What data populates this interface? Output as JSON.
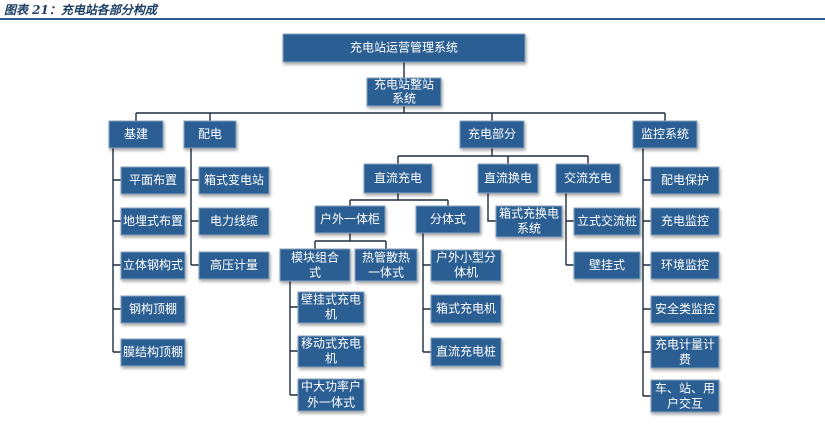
{
  "caption": "图表 21：充电站各部分构成",
  "watermark": "",
  "colors": {
    "box": "#2b5f93",
    "line": "#1e2d3d",
    "caption": "#1d3f66",
    "rule": "#2f5b8c"
  },
  "nodes": [
    {
      "id": "root",
      "lines": [
        "充电站运营管理系统"
      ]
    },
    {
      "id": "station",
      "lines": [
        "充电站整站",
        "系统"
      ]
    },
    {
      "id": "jijian",
      "lines": [
        "基建"
      ]
    },
    {
      "id": "peidian",
      "lines": [
        "配电"
      ]
    },
    {
      "id": "chongdian",
      "lines": [
        "充电部分"
      ]
    },
    {
      "id": "jiankong",
      "lines": [
        "监控系统"
      ]
    },
    {
      "id": "pingmian",
      "lines": [
        "平面布置"
      ]
    },
    {
      "id": "dimai",
      "lines": [
        "地埋式布置"
      ]
    },
    {
      "id": "liti",
      "lines": [
        "立体钢构式"
      ]
    },
    {
      "id": "gangding",
      "lines": [
        "钢构顶棚"
      ]
    },
    {
      "id": "mojie",
      "lines": [
        "膜结构顶棚"
      ]
    },
    {
      "id": "xiangbian",
      "lines": [
        "箱式变电站"
      ]
    },
    {
      "id": "dianli",
      "lines": [
        "电力线缆"
      ]
    },
    {
      "id": "gaoya",
      "lines": [
        "高压计量"
      ]
    },
    {
      "id": "zhiliu",
      "lines": [
        "直流充电"
      ]
    },
    {
      "id": "zhihuan",
      "lines": [
        "直流换电"
      ]
    },
    {
      "id": "jiaoliu",
      "lines": [
        "交流充电"
      ]
    },
    {
      "id": "huwai",
      "lines": [
        "户外一体柜"
      ]
    },
    {
      "id": "fenti",
      "lines": [
        "分体式"
      ]
    },
    {
      "id": "mokuai",
      "lines": [
        "模块组合",
        "式"
      ]
    },
    {
      "id": "reguan",
      "lines": [
        "热管散热",
        "一体式"
      ]
    },
    {
      "id": "guagua",
      "lines": [
        "壁挂式充电",
        "机"
      ]
    },
    {
      "id": "yidong",
      "lines": [
        "移动式充电",
        "机"
      ]
    },
    {
      "id": "zhongda",
      "lines": [
        "中大功率户",
        "外一体式"
      ]
    },
    {
      "id": "huwaixiao",
      "lines": [
        "户外小型分",
        "体机"
      ]
    },
    {
      "id": "xiangchong",
      "lines": [
        "箱式充电机"
      ]
    },
    {
      "id": "zhizhuang",
      "lines": [
        "直流充电桩"
      ]
    },
    {
      "id": "xianghuan",
      "lines": [
        "箱式充换电",
        "系统"
      ]
    },
    {
      "id": "lishi",
      "lines": [
        "立式交流桩"
      ]
    },
    {
      "id": "bigua",
      "lines": [
        "壁挂式"
      ]
    },
    {
      "id": "peibao",
      "lines": [
        "配电保护"
      ]
    },
    {
      "id": "chongjian",
      "lines": [
        "充电监控"
      ]
    },
    {
      "id": "huanjing",
      "lines": [
        "环境监控"
      ]
    },
    {
      "id": "anquan",
      "lines": [
        "安全类监控"
      ]
    },
    {
      "id": "jiliang",
      "lines": [
        "充电计量计",
        "费"
      ]
    },
    {
      "id": "jiaohu",
      "lines": [
        "车、站、用",
        "户交互"
      ]
    }
  ]
}
